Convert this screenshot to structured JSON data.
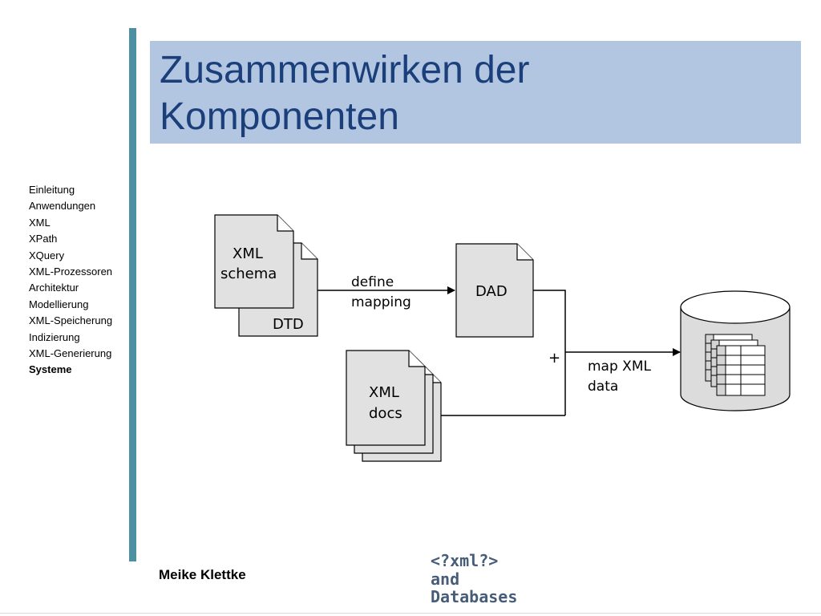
{
  "slide": {
    "title": "Zusammenwirken der\nKomponenten",
    "author": "Meike Klettke",
    "accent_color": "#4d8fa3",
    "title_background": "#b3c6e1",
    "title_color": "#1b3f7a"
  },
  "nav": {
    "items": [
      {
        "label": "Einleitung"
      },
      {
        "label": "Anwendungen"
      },
      {
        "label": "XML"
      },
      {
        "label": "XPath"
      },
      {
        "label": "XQuery"
      },
      {
        "label": "XML-Prozessoren"
      },
      {
        "label": "Architektur"
      },
      {
        "label": "Modellierung"
      },
      {
        "label": "XML-Speicherung"
      },
      {
        "label": "Indizierung"
      },
      {
        "label": "XML-Generierung"
      },
      {
        "label": "Systeme",
        "active": true
      }
    ]
  },
  "logo": {
    "line1": "<?xml?>",
    "line2": "and",
    "line3": "Databases"
  },
  "diagram": {
    "xml_schema_line1": "XML",
    "xml_schema_line2": "schema",
    "dtd": "DTD",
    "define_line1": "define",
    "define_line2": "mapping",
    "dad": "DAD",
    "xml_docs_line1": "XML",
    "xml_docs_line2": "docs",
    "plus": "+",
    "map_line1": "map XML",
    "map_line2": "data"
  }
}
